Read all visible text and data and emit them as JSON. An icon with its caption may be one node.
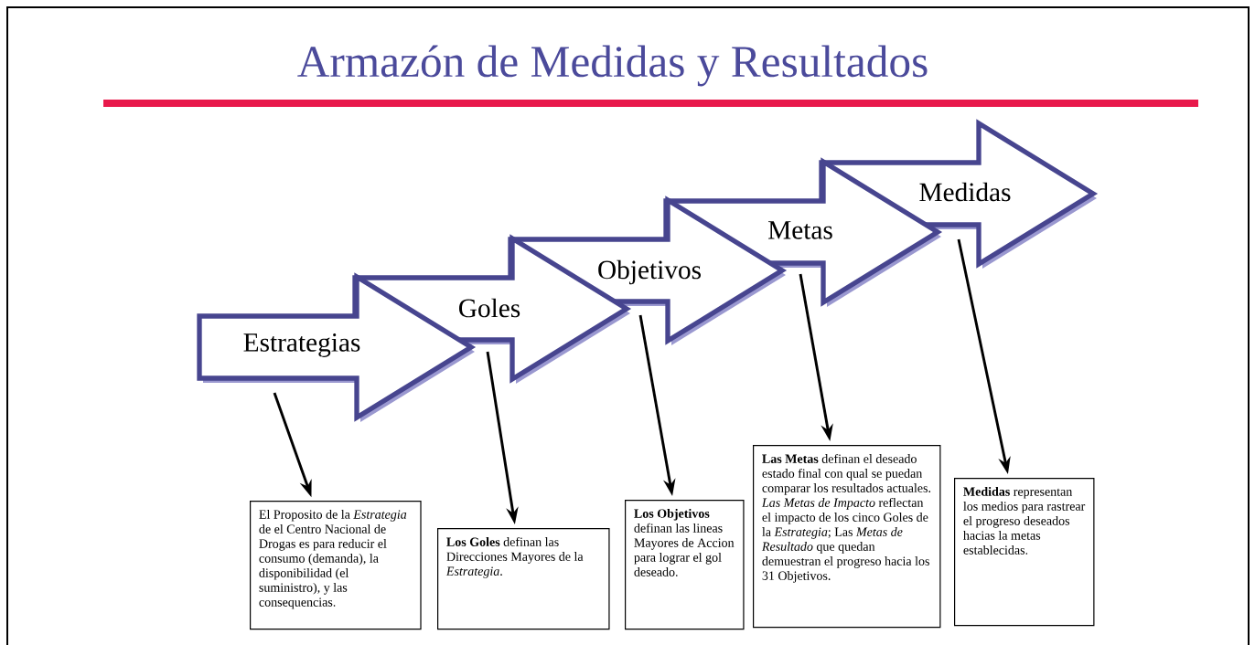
{
  "diagram": {
    "title": "Armazón de Medidas y Resultados",
    "nodes": [
      {
        "text": [
          "Estrategias"
        ]
      },
      {
        "text": [
          "Goles"
        ]
      },
      {
        "text": [
          "Objetivos"
        ]
      },
      {
        "text": [
          "Metas"
        ]
      },
      {
        "text": [
          "Medidas"
        ]
      },
      {
        "text": [
          "El Proposito de la *Estrategia* de el Centro Nacional de Drogas es para reducir el consumo (demanda), la disponibilidad (el suministro), y las consequencias."
        ]
      },
      {
        "text": [
          "**Los Goles** definan las Direcciones Mayores de la *Estrategia*."
        ]
      },
      {
        "text": [
          "**Los Objetivos** definan las lineas Mayores de Accion para lograr el gol deseado."
        ]
      },
      {
        "text": [
          "**Las Metas** definan el deseado estado final con qual se puedan comparar los resultados actuales. *Las Metas de Impacto* reflectan el impacto de los cinco Goles de la *Estrategia*; Las *Metas de Resultado* que quedan demuestran el progreso hacia los 31 Objetivos."
        ]
      },
      {
        "text": [
          "**Medidas** representan los medios para rastrear el progreso deseados hacias la metas establecidas."
        ]
      }
    ],
    "edges": [
      {
        "from": 0,
        "to": 5,
        "arrow": "to"
      },
      {
        "from": 1,
        "to": 6,
        "arrow": "to"
      },
      {
        "from": 2,
        "to": 7,
        "arrow": "to"
      },
      {
        "from": 3,
        "to": 8,
        "arrow": "to"
      },
      {
        "from": 4,
        "to": 9,
        "arrow": "to"
      }
    ]
  }
}
